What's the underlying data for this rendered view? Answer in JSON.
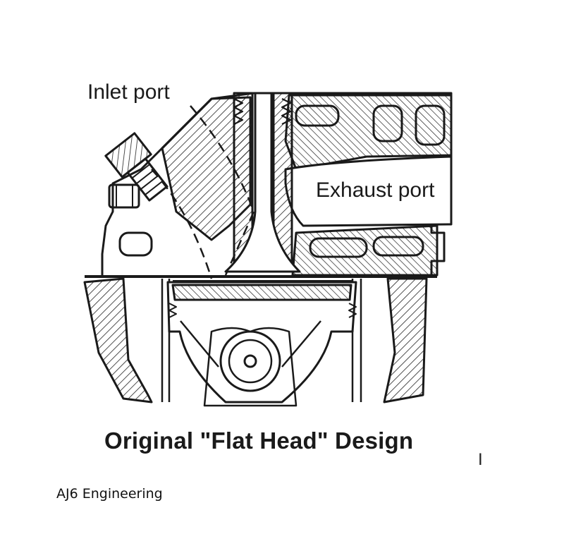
{
  "labels": {
    "inlet_port": "Inlet port",
    "exhaust_port": "Exhaust port"
  },
  "caption": "Original \"Flat Head\" Design",
  "credit": "AJ6 Engineering",
  "stray_mark": "I",
  "colors": {
    "ink": "#1a1a1a",
    "background": "#ffffff"
  }
}
